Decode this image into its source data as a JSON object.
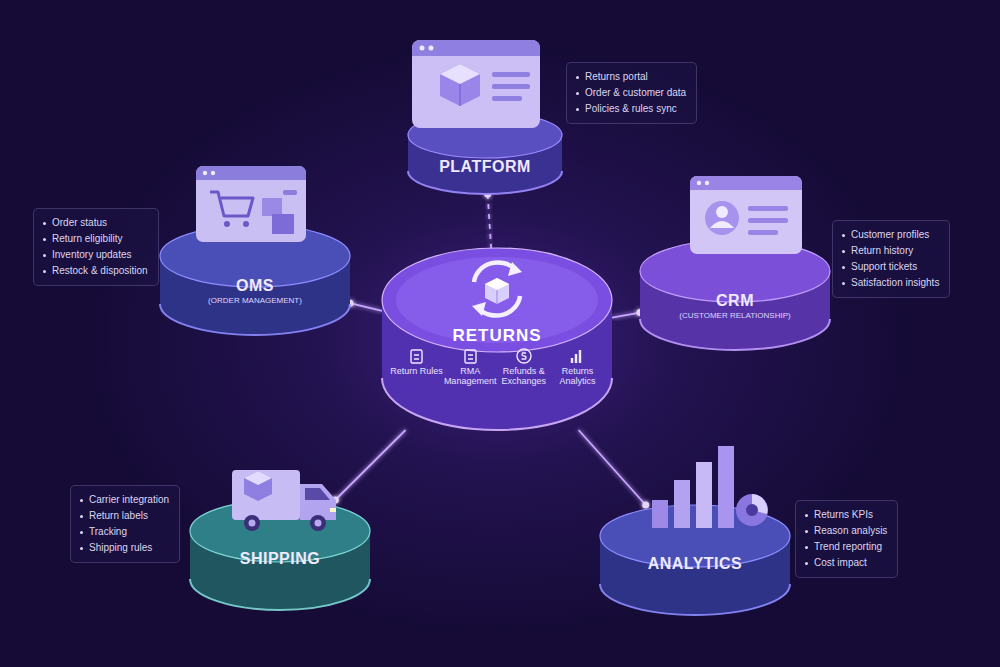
{
  "diagram": {
    "nodes": [
      {
        "text": [
          "PLATFORM"
        ]
      },
      {
        "text": [
          "Returns portal",
          "Order & customer data",
          "Policies & rules sync"
        ]
      },
      {
        "text": [
          "OMS",
          "(ORDER MANAGEMENT)"
        ]
      },
      {
        "text": [
          "Order status",
          "Return eligibility",
          "Inventory updates",
          "Restock & disposition"
        ]
      },
      {
        "text": [
          "CRM",
          "(CUSTOMER RELATIONSHIP)"
        ]
      },
      {
        "text": [
          "Customer profiles",
          "Return history",
          "Support tickets",
          "Satisfaction insights"
        ]
      },
      {
        "text": [
          "RETURNS",
          "Return Rules",
          "RMA Management",
          "Refunds & Exchanges",
          "Returns Analytics"
        ]
      },
      {
        "text": [
          "Carrier integration",
          "Return labels",
          "Tracking",
          "Shipping rules"
        ]
      },
      {
        "text": [
          "SHIPPING"
        ]
      },
      {
        "text": [
          "ANALYTICS"
        ]
      },
      {
        "text": [
          "Returns KPIs",
          "Reason analysis",
          "Trend reporting",
          "Cost impact"
        ]
      }
    ],
    "edges": [
      {
        "from": 0,
        "to": 6,
        "arrow": "none"
      },
      {
        "from": 2,
        "to": 6,
        "arrow": "none"
      },
      {
        "from": 4,
        "to": 6,
        "arrow": "none"
      },
      {
        "from": 8,
        "to": 6,
        "arrow": "none"
      },
      {
        "from": 9,
        "to": 6,
        "arrow": "none"
      }
    ]
  }
}
